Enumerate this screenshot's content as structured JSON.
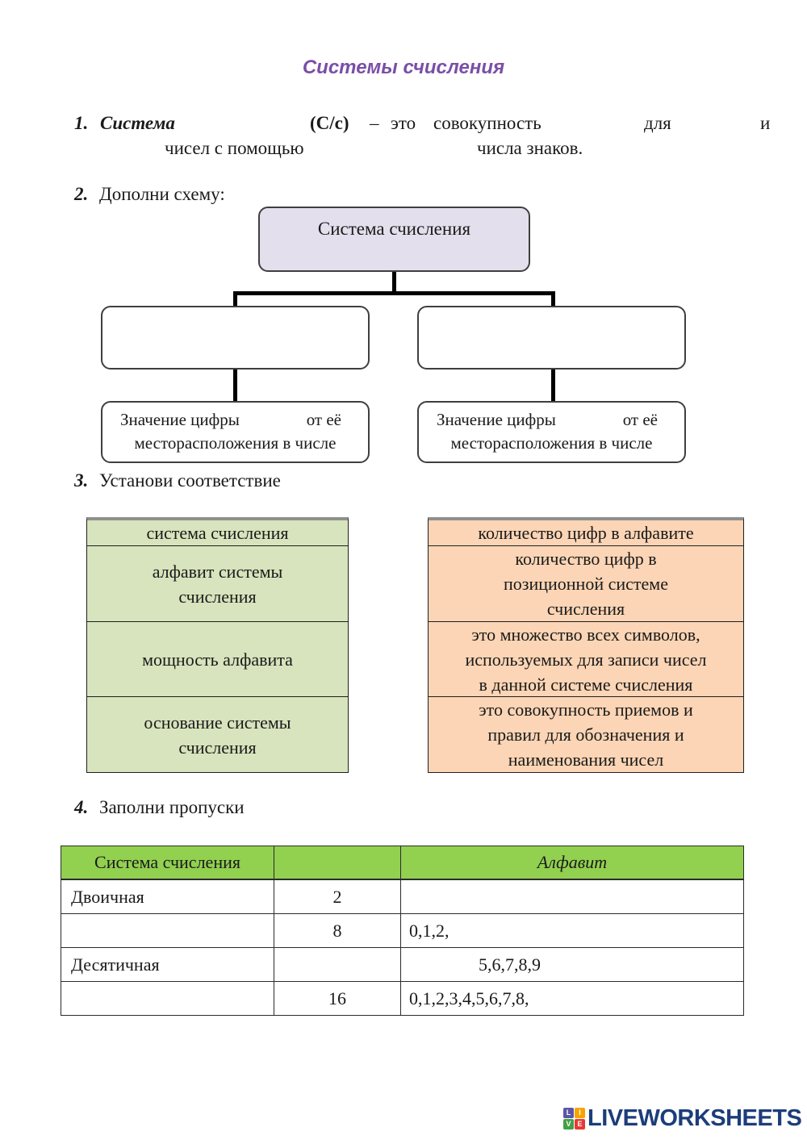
{
  "title": "Системы счисления",
  "q1": {
    "number": "1.",
    "term": "Система",
    "abbr": "(С/с)",
    "dash": "–",
    "word_eto": "это",
    "word_sovokupnost": "совокупность",
    "word_dlya": "для",
    "word_i": "и",
    "line2_part1": "чисел с помощью",
    "line2_part2": "числа знаков."
  },
  "q2": {
    "number": "2.",
    "label": "Дополни схему:",
    "root_label": "Система счисления",
    "leaf_part1": "Значение цифры",
    "leaf_part2": "от её",
    "leaf_line2": "месторасположения в числе"
  },
  "q3": {
    "number": "3.",
    "label": "Установи соответствие",
    "left_items": [
      "система счисления",
      "алфавит системы\nсчисления",
      "мощность алфавита",
      "основание системы\nсчисления"
    ],
    "right_items": [
      "количество цифр в алфавите",
      "количество цифр в\nпозиционной системе\nсчисления",
      "это множество всех символов,\nиспользуемых для записи чисел\nв данной системе счисления",
      "это совокупность приемов и\nправил для обозначения и\nнаименования чисел"
    ]
  },
  "q4": {
    "number": "4.",
    "label": "Заполни пропуски",
    "table": {
      "col1_header": "Система счисления",
      "col2_header": "",
      "col3_header": "Алфавит",
      "rows": [
        {
          "name": "Двоичная",
          "base": "2",
          "alphabet": ""
        },
        {
          "name": "",
          "base": "8",
          "alphabet": "0,1,2,"
        },
        {
          "name": "Десятичная",
          "base": "",
          "alphabet": "5,6,7,8,9"
        },
        {
          "name": "",
          "base": "16",
          "alphabet": "0,1,2,3,4,5,6,7,8,"
        }
      ]
    }
  },
  "footer": {
    "logo_text": "LIVEWORKSHEETS",
    "tiles": [
      {
        "letter": "L",
        "color": "#5B57A6"
      },
      {
        "letter": "I",
        "color": "#F6A500"
      },
      {
        "letter": "V",
        "color": "#43A047"
      },
      {
        "letter": "E",
        "color": "#E53935"
      }
    ]
  },
  "colors": {
    "title": "#7A4FA6",
    "root_box_fill": "#E4DFEC",
    "left_cell_fill": "#D7E4BD",
    "right_cell_fill": "#FBD5B5",
    "q4_header_fill": "#92D050",
    "logo_text_color": "#1C3D7A"
  }
}
